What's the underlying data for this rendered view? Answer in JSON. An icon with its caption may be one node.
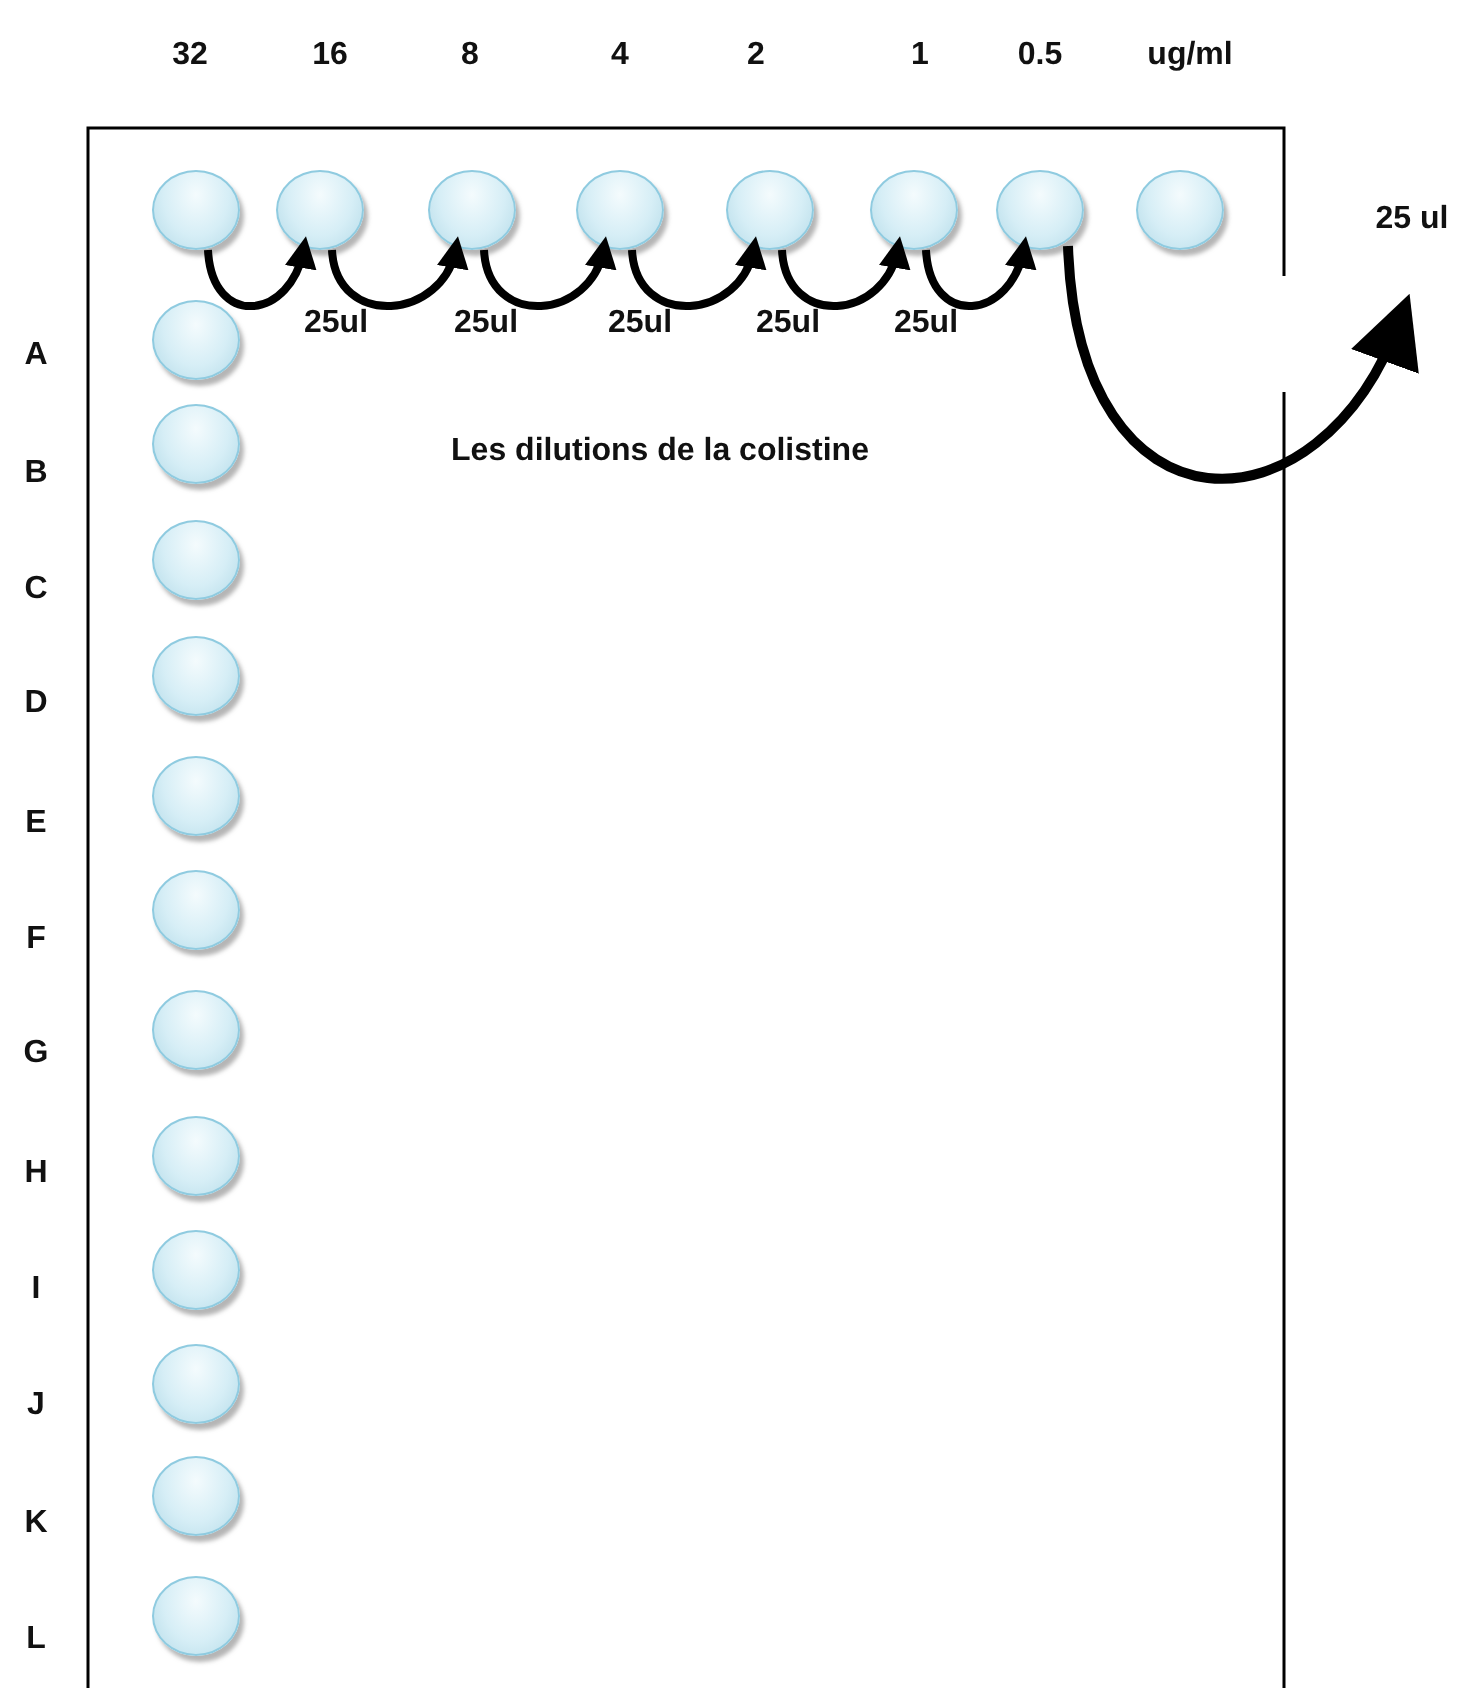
{
  "diagram": {
    "nodes": [
      {
        "text": [],
        "shape": "circle"
      },
      {
        "text": [],
        "shape": "circle"
      },
      {
        "text": [],
        "shape": "circle"
      },
      {
        "text": [],
        "shape": "circle"
      },
      {
        "text": [],
        "shape": "circle"
      },
      {
        "text": [],
        "shape": "circle"
      },
      {
        "text": [],
        "shape": "circle"
      },
      {
        "text": [],
        "shape": "circle"
      },
      {
        "text": [],
        "shape": "circle"
      },
      {
        "text": [],
        "shape": "circle"
      },
      {
        "text": [],
        "shape": "circle"
      },
      {
        "text": [],
        "shape": "circle"
      },
      {
        "text": [],
        "shape": "circle"
      },
      {
        "text": [],
        "shape": "circle"
      },
      {
        "text": [],
        "shape": "circle"
      },
      {
        "text": [],
        "shape": "circle"
      },
      {
        "text": [],
        "shape": "circle"
      },
      {
        "text": [],
        "shape": "circle"
      },
      {
        "text": [],
        "shape": "circle"
      },
      {
        "text": [],
        "shape": "circle"
      }
    ],
    "edges": [
      {
        "from": 0,
        "to": 1,
        "arrow": "to"
      },
      {
        "from": 1,
        "to": 2,
        "arrow": "to"
      },
      {
        "from": 2,
        "to": 3,
        "arrow": "to"
      },
      {
        "from": 3,
        "to": 4,
        "arrow": "to"
      },
      {
        "from": 4,
        "to": 5,
        "arrow": "to"
      },
      {
        "from": 5,
        "to": 6,
        "arrow": "to"
      },
      {
        "from": 6,
        "to": null,
        "arrow": "to",
        "label": "25 ul"
      }
    ],
    "labels": [
      "32",
      "16",
      "8",
      "4",
      "2",
      "1",
      "0.5",
      "ug/ml",
      "25ul",
      "25ul",
      "25ul",
      "25ul",
      "25ul",
      "A",
      "Les dilutions de la colistine",
      "B",
      "C",
      "D",
      "E",
      "F",
      "G",
      "H",
      "I",
      "J",
      "K",
      "L"
    ]
  }
}
